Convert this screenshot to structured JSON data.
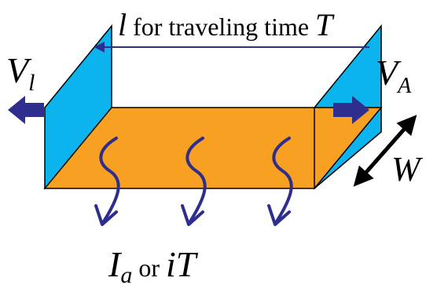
{
  "labels": {
    "top_var": "l",
    "top_text": " for traveling time ",
    "top_T": "T",
    "left_V": "V",
    "left_sub": "l",
    "right_V": "V",
    "right_sub": "A",
    "width_W": "W",
    "bottom_I": "I",
    "bottom_sub": "a",
    "bottom_or": " or ",
    "bottom_iT": "iT"
  },
  "colors": {
    "floor": "#F7A021",
    "wall": "#0BB4EC",
    "arrow": "#2E2E8F",
    "outline": "#000000"
  }
}
